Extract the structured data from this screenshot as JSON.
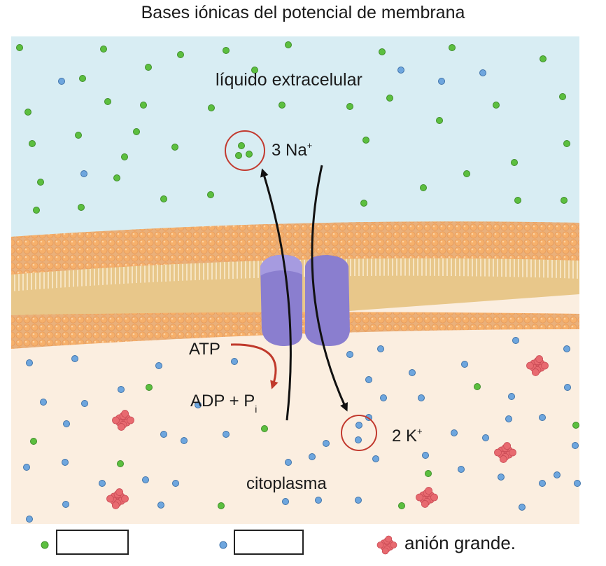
{
  "title": "Bases iónicas del potencial de membrana",
  "labels": {
    "extracellular": "líquido extracelular",
    "sodium_count": "3 Na",
    "sodium_sup": "+",
    "potassium_count": "2 K",
    "potassium_sup": "+",
    "atp": "ATP",
    "adp": "ADP + P",
    "adp_sub": "i",
    "cytoplasm": "citoplasma"
  },
  "legend": {
    "sodium_answer": "",
    "potassium_answer": "",
    "large_anion": "anión grande."
  },
  "colors": {
    "extracellular_fluid": "#d9eef4",
    "cytoplasm": "#fbeee0",
    "membrane_head": "#f1ad6c",
    "membrane_core": "#e8c78a",
    "pump": "#8b7fd0",
    "sodium_ion": "#5cbf3f",
    "potassium_ion": "#6ea6de",
    "large_anion": "#e86a70",
    "highlight_circle": "#c23a2f",
    "atp_arrow": "#c0392b"
  }
}
